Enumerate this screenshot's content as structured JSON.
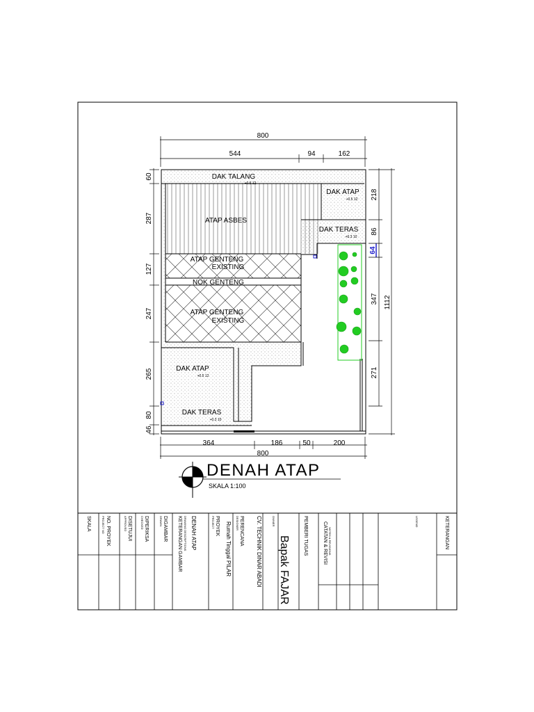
{
  "drawing": {
    "title": "DENAH ATAP",
    "scale": "SKALA 1:100",
    "dimensions": {
      "top_total": "800",
      "top_a": "544",
      "top_b": "94",
      "top_c": "162",
      "bottom_a": "364",
      "bottom_b": "186",
      "bottom_c": "50",
      "bottom_d": "200",
      "bottom_total": "800",
      "left_1": "60",
      "left_2": "287",
      "left_3": "127",
      "left_4": "247",
      "left_5": "265",
      "left_6": "80",
      "left_7": "46",
      "right_1": "218",
      "right_2": "86",
      "right_3": "64",
      "right_4": "347",
      "right_5": "271",
      "right_total": "1112"
    },
    "labels": {
      "dak_talang": "DAK TALANG",
      "dak_talang_lvl": "+0.5 12",
      "dak_atap_top": "DAK ATAP",
      "dak_atap_top_lvl": "+0.5 12",
      "atap_asbes": "ATAP ASBES",
      "dak_teras_top": "DAK TERAS",
      "dak_teras_top_lvl": "+0.3 10",
      "genteng_1a": "ATAP GENTENG",
      "genteng_1b": "EXISTING",
      "nok_genteng": "NOK GENTENG",
      "genteng_2a": "ATAP GENTENG",
      "genteng_2b": "EXISTING",
      "dak_atap_mid": "DAK ATAP",
      "dak_atap_mid_lvl": "+0.5 12",
      "dak_teras_bot": "DAK TERAS",
      "dak_teras_bot_lvl": "+0.3 10"
    }
  },
  "title_block": {
    "skala": "SKALA",
    "no_proyek": "NO. PROYEK",
    "no_proyek_sub": "PROJECT NO",
    "disetujui": "DISETUJUI",
    "disetujui_sub": "APPROVED",
    "diperiksa": "DIPERIKSA",
    "diperiksa_sub": "CHECKED",
    "digambar": "DIGAMBAR",
    "digambar_sub": "DRAWN",
    "ket_gambar": "KETERANGAN GAMBAR",
    "ket_gambar_sub": "DRAWING DESCRIPTIONS",
    "ket_gambar_val": "DENAH ATAP",
    "proyek": "PROYEK",
    "proyek_sub": "PROJECT",
    "proyek_val": "Rumah Tinggal PILAR",
    "perencana": "PERENCANA",
    "perencana_sub": "DESIGNER",
    "perencana_val": "CV. TECHNIK DINAR ABADI",
    "owner_sub": "OWNER",
    "owner_val": "Bapak FAJAR",
    "pemberi_tugas": "PEMBERI TUGAS",
    "catatan": "CATATAN & REVISI",
    "catatan_sub": "NOTES & REVISIONS",
    "keterangan": "KETERANGAN",
    "keterangan_sub": "LEGEND"
  },
  "colors": {
    "line": "#000000",
    "plant": "#22cc22",
    "plant_outline": "#1a9e1a",
    "marker": "#2222cc"
  }
}
